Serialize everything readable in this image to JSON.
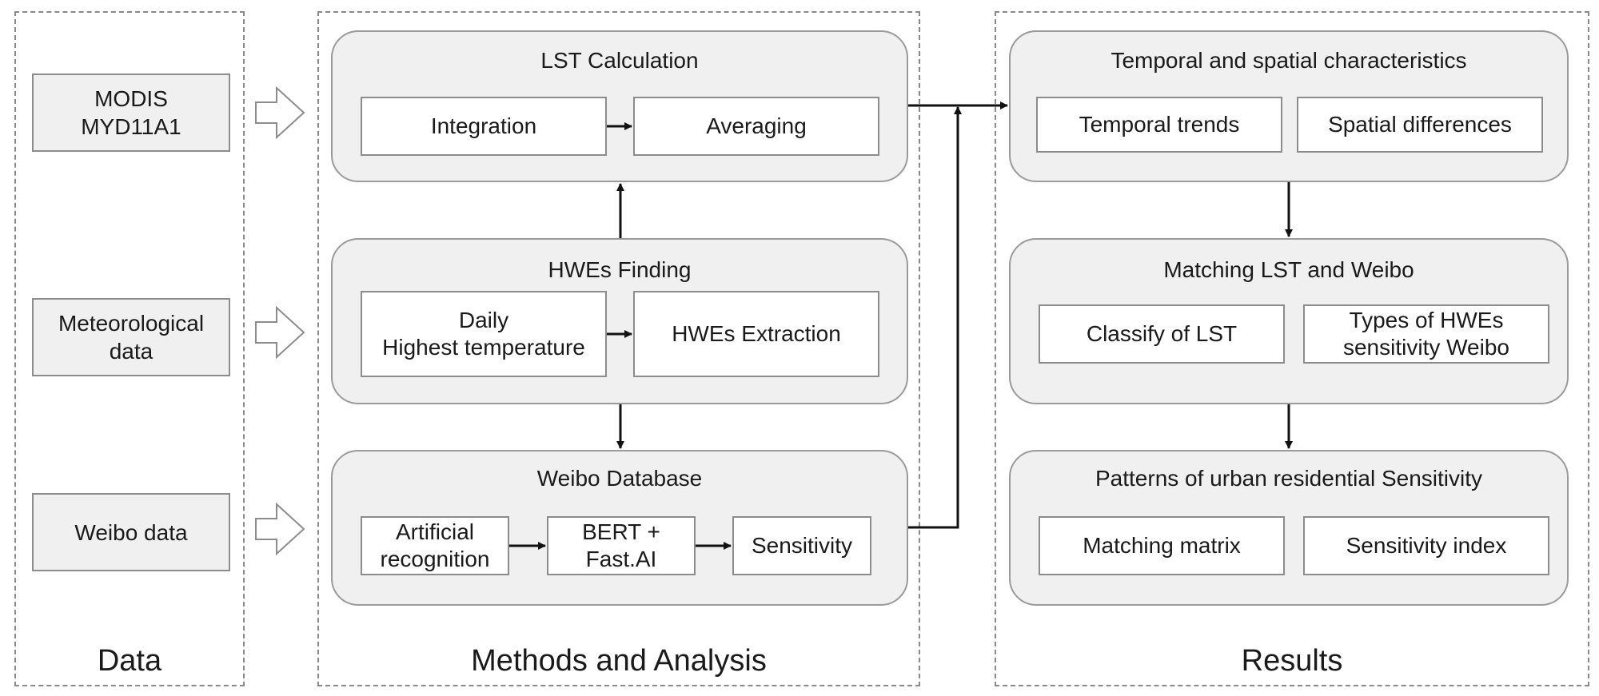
{
  "columns": {
    "data": {
      "title": "Data"
    },
    "methods": {
      "title": "Methods and Analysis"
    },
    "results": {
      "title": "Results"
    }
  },
  "data_sources": [
    {
      "label": "MODIS\nMYD11A1"
    },
    {
      "label": "Meteorological\ndata"
    },
    {
      "label": "Weibo data"
    }
  ],
  "methods": {
    "lst": {
      "title": "LST Calculation",
      "steps": [
        "Integration",
        "Averaging"
      ]
    },
    "hwes": {
      "title": "HWEs Finding",
      "steps": [
        "Daily\nHighest temperature",
        "HWEs Extraction"
      ]
    },
    "weibo": {
      "title": "Weibo Database",
      "steps": [
        "Artificial\nrecognition",
        "BERT +\nFast.AI",
        "Sensitivity"
      ]
    }
  },
  "results": {
    "temporal": {
      "title": "Temporal and  spatial characteristics",
      "items": [
        "Temporal trends",
        "Spatial differences"
      ]
    },
    "matching": {
      "title": "Matching LST and Weibo",
      "items": [
        "Classify of LST",
        "Types of HWEs\nsensitivity Weibo"
      ]
    },
    "patterns": {
      "title": "Patterns of urban residential Sensitivity",
      "items": [
        "Matching matrix",
        "Sensitivity index"
      ]
    }
  },
  "colors": {
    "panel_fill": "#f0f0f0",
    "border": "#8c8c8c",
    "arrow": "#111111",
    "outline_arrow": "#8c8c8c"
  }
}
